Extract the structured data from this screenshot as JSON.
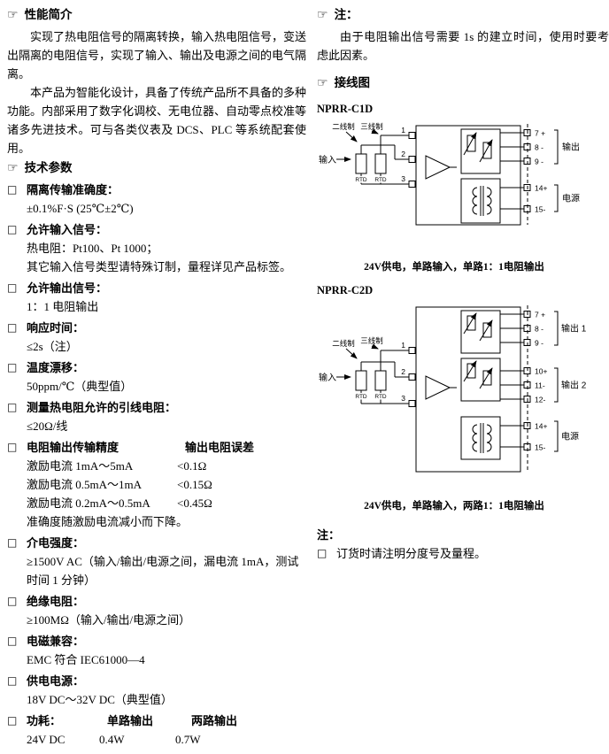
{
  "icons": {
    "pointer": "☞",
    "bullet": "□"
  },
  "left": {
    "sec_intro_title": "性能简介",
    "intro_p1": "实现了热电阻信号的隔离转换，输入热电阻信号，变送出隔离的电阻信号，实现了输入、输出及电源之间的电气隔离。",
    "intro_p2": "本产品为智能化设计，具备了传统产品所不具备的多种功能。内部采用了数字化调校、无电位器、自动零点校准等诸多先进技术。可与各类仪表及 DCS、PLC 等系统配套使用。",
    "sec_params_title": "技术参数",
    "accuracy_label": "隔离传输准确度：",
    "accuracy_value": "±0.1%F·S (25℃±2℃)",
    "input_label": "允许输入信号：",
    "input_v1": "热电阻：Pt100、Pt 1000；",
    "input_v2": "其它输入信号类型请特殊订制，量程详见产品标签。",
    "output_label": "允许输出信号：",
    "output_value": "1：1 电阻输出",
    "response_label": "响应时间：",
    "response_value": "≤2s（注）",
    "drift_label": "温度漂移：",
    "drift_value": "50ppm/℃（典型值）",
    "lead_label": "测量热电阻允许的引线电阻：",
    "lead_value": "≤20Ω/线",
    "trans_label": "电阻输出传输精度",
    "trans_err_label": "输出电阻误差",
    "trans_rows": [
      {
        "c1": "激励电流 1mA～5mA",
        "c2": "<0.1Ω"
      },
      {
        "c1": "激励电流 0.5mA～1mA",
        "c2": "<0.15Ω"
      },
      {
        "c1": "激励电流 0.2mA～0.5mA",
        "c2": "<0.45Ω"
      }
    ],
    "trans_note": "准确度随激励电流减小而下降。",
    "dielectric_label": "介电强度：",
    "dielectric_value": "≥1500V AC（输入/输出/电源之间，漏电流 1mA，测试时间 1 分钟）",
    "insulation_label": "绝缘电阻：",
    "insulation_value": "≥100MΩ（输入/输出/电源之间）",
    "emc_label": "电磁兼容：",
    "emc_value": "EMC 符合 IEC61000—4",
    "supply_label": "供电电源：",
    "supply_value": "18V DC～32V DC（典型值）",
    "power_label": "功耗：",
    "power_col1": "单路输出",
    "power_col2": "两路输出",
    "power_row": {
      "c0": "24V DC",
      "c1": "0.4W",
      "c2": "0.7W"
    }
  },
  "right": {
    "note_title": "注：",
    "note_text": "由于电阻输出信号需要 1s 的建立时间，使用时要考虑此因素。",
    "wiring_title": "接线图",
    "d1": {
      "model": "NPRR-C1D",
      "input_label": "输入",
      "two_wire_label": "二线制",
      "three_wire_label": "三线制",
      "rtd1": "RTD",
      "rtd2": "RTD",
      "t1": "1",
      "t2": "2",
      "t3": "3",
      "t7": "7 +",
      "t8": "8 -",
      "t9": "9 -",
      "t14": "14+",
      "t15": "15-",
      "output_label": "输出",
      "power_label": "电源",
      "caption": "24V供电，单路输入，单路1：1电阻输出"
    },
    "d2": {
      "model": "NPRR-C2D",
      "input_label": "输入",
      "two_wire_label": "二线制",
      "three_wire_label": "三线制",
      "rtd1": "RTD",
      "rtd2": "RTD",
      "t1": "1",
      "t2": "2",
      "t3": "3",
      "t7": "7 +",
      "t8": "8 -",
      "t9": "9 -",
      "t10": "10+",
      "t11": "11-",
      "t12": "12-",
      "t14": "14+",
      "t15": "15-",
      "output1_label": "输出 1",
      "output2_label": "输出 2",
      "power_label": "电源",
      "caption": "24V供电，单路输入，两路1：1电阻输出"
    },
    "note2_title": "注：",
    "note2_item": "订货时请注明分度号及量程。"
  }
}
